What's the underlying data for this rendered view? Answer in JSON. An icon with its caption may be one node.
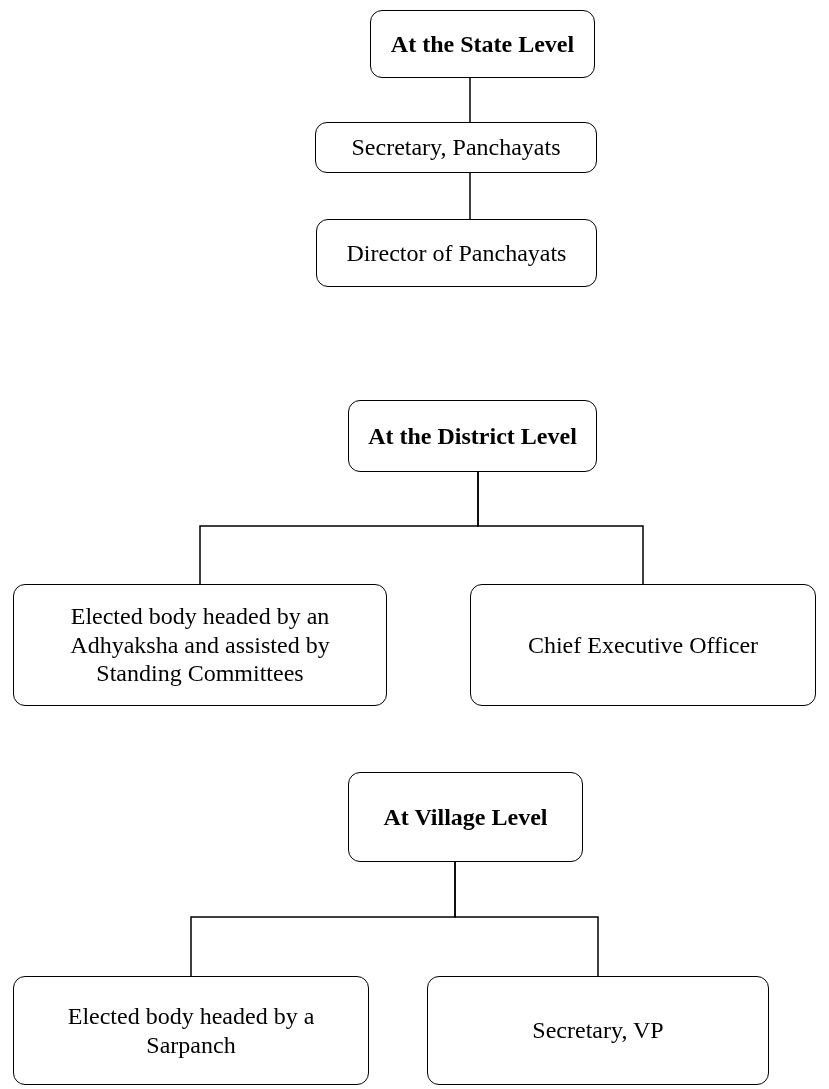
{
  "diagram": {
    "nodes": [
      {
        "text": [
          "At the State Level"
        ]
      },
      {
        "text": [
          "Secretary, Panchayats"
        ]
      },
      {
        "text": [
          "Director of Panchayats"
        ]
      },
      {
        "text": [
          "At the District Level"
        ]
      },
      {
        "text": [
          "Elected body headed by an Adhyaksha and assisted by Standing Committees"
        ]
      },
      {
        "text": [
          "Chief Executive Officer"
        ]
      },
      {
        "text": [
          "At Village Level"
        ]
      },
      {
        "text": [
          "Elected body headed by a Sarpanch"
        ]
      },
      {
        "text": [
          "Secretary, VP"
        ]
      }
    ],
    "edges": [
      {
        "from": 0,
        "to": 1,
        "arrow": "none"
      },
      {
        "from": 1,
        "to": 2,
        "arrow": "none"
      },
      {
        "from": 3,
        "to": 4,
        "arrow": "none"
      },
      {
        "from": 3,
        "to": 5,
        "arrow": "none"
      },
      {
        "from": 6,
        "to": 7,
        "arrow": "none"
      },
      {
        "from": 6,
        "to": 8,
        "arrow": "none"
      }
    ]
  }
}
